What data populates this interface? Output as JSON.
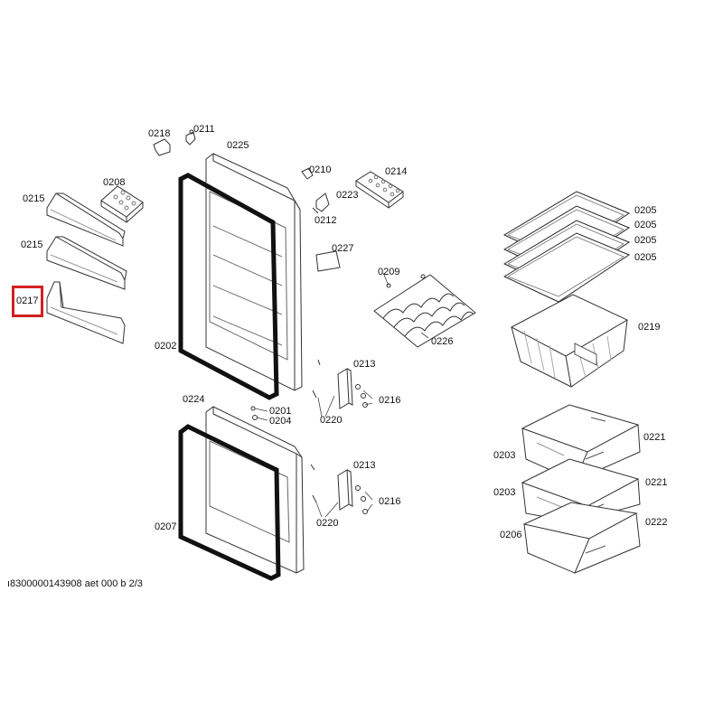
{
  "highlight_color": "#d22020",
  "labels": {
    "p0218": "0218",
    "p0211": "0211",
    "p0225": "0225",
    "p0210": "0210",
    "p0214": "0214",
    "p0223": "0223",
    "p0212": "0212",
    "p0208": "0208",
    "p0215a": "0215",
    "p0215b": "0215",
    "p0217": "0217",
    "p0227": "0227",
    "p0209": "0209",
    "p0226": "0226",
    "p0205a": "0205",
    "p0205b": "0205",
    "p0205c": "0205",
    "p0205d": "0205",
    "p0219": "0219",
    "p0202": "0202",
    "p0213a": "0213",
    "p0216a": "0216",
    "p0220a": "0220",
    "p0224": "0224",
    "p0201": "0201",
    "p0204": "0204",
    "p0213b": "0213",
    "p0216b": "0216",
    "p0220b": "0220",
    "p0207": "0207",
    "p0203a": "0203",
    "p0221a": "0221",
    "p0203b": "0203",
    "p0221b": "0221",
    "p0206": "0206",
    "p0222": "0222"
  },
  "footer": "ı8300000143908 aet 000 b 2/3"
}
